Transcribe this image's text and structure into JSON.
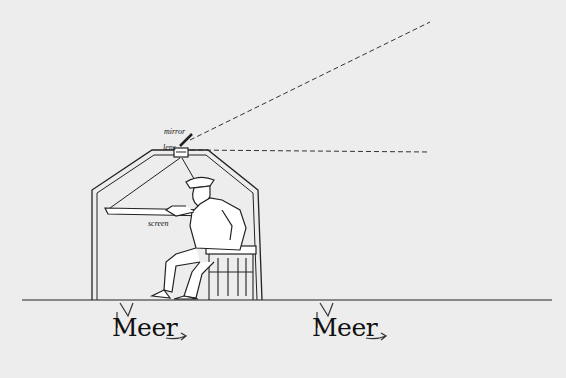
{
  "diagram": {
    "labels": [
      "mirror",
      "lens",
      "screen",
      "Meer",
      "Meer"
    ]
  }
}
